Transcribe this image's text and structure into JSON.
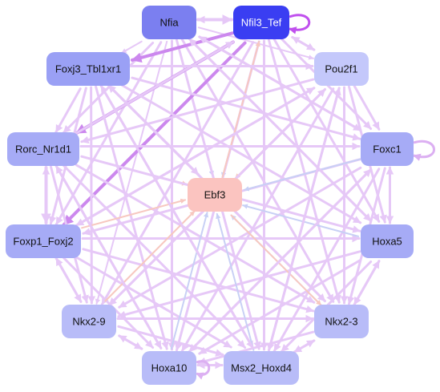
{
  "palette": {
    "edge_violet": "#e6c8f7",
    "edge_magenta": "#cc88ee",
    "edge_blue": "#c8d0f5",
    "edge_salmon": "#f7c8c0",
    "self_loop_strong": "#c050ee",
    "self_loop_light": "#dcb0f2"
  },
  "nodes": [
    {
      "id": "Nfia",
      "label": "Nfia",
      "fill": "#7b7ff0",
      "text": "#111111"
    },
    {
      "id": "Nfil3_Tef",
      "label": "Nfil3_Tef",
      "fill": "#3a3ef2",
      "text": "#ffffff"
    },
    {
      "id": "Foxj3_Tbl1xr1",
      "label": "Foxj3_Tbl1xr1",
      "fill": "#9aa0f5",
      "text": "#111111"
    },
    {
      "id": "Pou2f1",
      "label": "Pou2f1",
      "fill": "#c4c8fb",
      "text": "#111111"
    },
    {
      "id": "Rorc_Nr1d1",
      "label": "Rorc_Nr1d1",
      "fill": "#a6abf6",
      "text": "#111111"
    },
    {
      "id": "Foxc1",
      "label": "Foxc1",
      "fill": "#a6abf6",
      "text": "#111111"
    },
    {
      "id": "Ebf3",
      "label": "Ebf3",
      "fill": "#fbc4c0",
      "text": "#111111"
    },
    {
      "id": "Foxp1_Foxj2",
      "label": "Foxp1_Foxj2",
      "fill": "#a6abf6",
      "text": "#111111"
    },
    {
      "id": "Hoxa5",
      "label": "Hoxa5",
      "fill": "#a6abf6",
      "text": "#111111"
    },
    {
      "id": "Nkx2-9",
      "label": "Nkx2-9",
      "fill": "#b8bcf8",
      "text": "#111111"
    },
    {
      "id": "Nkx2-3",
      "label": "Nkx2-3",
      "fill": "#b8bcf8",
      "text": "#111111"
    },
    {
      "id": "Hoxa10",
      "label": "Hoxa10",
      "fill": "#b8bcf8",
      "text": "#111111"
    },
    {
      "id": "Msx2_Hoxd4",
      "label": "Msx2_Hoxd4",
      "fill": "#b8bcf8",
      "text": "#111111"
    }
  ],
  "edges": [
    {
      "from": "Nfia",
      "to": "Nfil3_Tef",
      "color": "edge_violet",
      "weight": 4
    },
    {
      "from": "Nfil3_Tef",
      "to": "Nfia",
      "color": "edge_violet",
      "weight": 3
    },
    {
      "from": "Nfia",
      "to": "Foxj3_Tbl1xr1",
      "color": "edge_violet",
      "weight": 2
    },
    {
      "from": "Nfia",
      "to": "Ebf3",
      "color": "edge_blue",
      "weight": 2
    },
    {
      "from": "Nfia",
      "to": "Rorc_Nr1d1",
      "color": "edge_violet",
      "weight": 3
    },
    {
      "from": "Nfia",
      "to": "Foxp1_Foxj2",
      "color": "edge_violet",
      "weight": 3
    },
    {
      "from": "Nfia",
      "to": "Nkx2-9",
      "color": "edge_violet",
      "weight": 2
    },
    {
      "from": "Nfia",
      "to": "Hoxa10",
      "color": "edge_violet",
      "weight": 3
    },
    {
      "from": "Nfia",
      "to": "Msx2_Hoxd4",
      "color": "edge_violet",
      "weight": 3
    },
    {
      "from": "Nfia",
      "to": "Nkx2-3",
      "color": "edge_violet",
      "weight": 3
    },
    {
      "from": "Nfia",
      "to": "Hoxa5",
      "color": "edge_violet",
      "weight": 3
    },
    {
      "from": "Nfia",
      "to": "Foxc1",
      "color": "edge_violet",
      "weight": 3
    },
    {
      "from": "Nfia",
      "to": "Pou2f1",
      "color": "edge_violet",
      "weight": 2
    },
    {
      "from": "Nfil3_Tef",
      "to": "Foxj3_Tbl1xr1",
      "color": "edge_magenta",
      "weight": 4
    },
    {
      "from": "Nfil3_Tef",
      "to": "Rorc_Nr1d1",
      "color": "edge_magenta",
      "weight": 4
    },
    {
      "from": "Nfil3_Tef",
      "to": "Foxp1_Foxj2",
      "color": "edge_magenta",
      "weight": 4
    },
    {
      "from": "Nfil3_Tef",
      "to": "Ebf3",
      "color": "edge_blue",
      "weight": 2
    },
    {
      "from": "Nfil3_Tef",
      "to": "Pou2f1",
      "color": "edge_violet",
      "weight": 3
    },
    {
      "from": "Nfil3_Tef",
      "to": "Foxc1",
      "color": "edge_violet",
      "weight": 3
    },
    {
      "from": "Nfil3_Tef",
      "to": "Hoxa5",
      "color": "edge_violet",
      "weight": 3
    },
    {
      "from": "Nfil3_Tef",
      "to": "Nkx2-3",
      "color": "edge_violet",
      "weight": 3
    },
    {
      "from": "Nfil3_Tef",
      "to": "Msx2_Hoxd4",
      "color": "edge_violet",
      "weight": 3
    },
    {
      "from": "Nfil3_Tef",
      "to": "Hoxa10",
      "color": "edge_violet",
      "weight": 3
    },
    {
      "from": "Nfil3_Tef",
      "to": "Nkx2-9",
      "color": "edge_violet",
      "weight": 3
    },
    {
      "from": "Ebf3",
      "to": "Nfil3_Tef",
      "color": "edge_salmon",
      "weight": 2
    },
    {
      "from": "Foxj3_Tbl1xr1",
      "to": "Pou2f1",
      "color": "edge_violet",
      "weight": 3
    },
    {
      "from": "Foxj3_Tbl1xr1",
      "to": "Rorc_Nr1d1",
      "color": "edge_violet",
      "weight": 3
    },
    {
      "from": "Foxj3_Tbl1xr1",
      "to": "Foxc1",
      "color": "edge_violet",
      "weight": 3
    },
    {
      "from": "Foxj3_Tbl1xr1",
      "to": "Ebf3",
      "color": "edge_violet",
      "weight": 3
    },
    {
      "from": "Foxj3_Tbl1xr1",
      "to": "Foxp1_Foxj2",
      "color": "edge_violet",
      "weight": 3
    },
    {
      "from": "Foxj3_Tbl1xr1",
      "to": "Hoxa5",
      "color": "edge_violet",
      "weight": 3
    },
    {
      "from": "Foxj3_Tbl1xr1",
      "to": "Nkx2-9",
      "color": "edge_violet",
      "weight": 3
    },
    {
      "from": "Foxj3_Tbl1xr1",
      "to": "Nkx2-3",
      "color": "edge_violet",
      "weight": 3
    },
    {
      "from": "Foxj3_Tbl1xr1",
      "to": "Hoxa10",
      "color": "edge_violet",
      "weight": 3
    },
    {
      "from": "Foxj3_Tbl1xr1",
      "to": "Msx2_Hoxd4",
      "color": "edge_violet",
      "weight": 3
    },
    {
      "from": "Pou2f1",
      "to": "Nfil3_Tef",
      "color": "edge_violet",
      "weight": 3
    },
    {
      "from": "Pou2f1",
      "to": "Foxc1",
      "color": "edge_violet",
      "weight": 3
    },
    {
      "from": "Pou2f1",
      "to": "Rorc_Nr1d1",
      "color": "edge_violet",
      "weight": 3
    },
    {
      "from": "Pou2f1",
      "to": "Ebf3",
      "color": "edge_salmon",
      "weight": 2
    },
    {
      "from": "Pou2f1",
      "to": "Foxp1_Foxj2",
      "color": "edge_violet",
      "weight": 3
    },
    {
      "from": "Pou2f1",
      "to": "Hoxa5",
      "color": "edge_violet",
      "weight": 3
    },
    {
      "from": "Pou2f1",
      "to": "Nkx2-3",
      "color": "edge_violet",
      "weight": 3
    },
    {
      "from": "Pou2f1",
      "to": "Nkx2-9",
      "color": "edge_violet",
      "weight": 3
    },
    {
      "from": "Pou2f1",
      "to": "Hoxa10",
      "color": "edge_violet",
      "weight": 3
    },
    {
      "from": "Pou2f1",
      "to": "Msx2_Hoxd4",
      "color": "edge_violet",
      "weight": 3
    },
    {
      "from": "Rorc_Nr1d1",
      "to": "Foxp1_Foxj2",
      "color": "edge_violet",
      "weight": 4
    },
    {
      "from": "Foxp1_Foxj2",
      "to": "Rorc_Nr1d1",
      "color": "edge_violet",
      "weight": 3
    },
    {
      "from": "Rorc_Nr1d1",
      "to": "Ebf3",
      "color": "edge_salmon",
      "weight": 2
    },
    {
      "from": "Rorc_Nr1d1",
      "to": "Foxc1",
      "color": "edge_violet",
      "weight": 3
    },
    {
      "from": "Rorc_Nr1d1",
      "to": "Hoxa5",
      "color": "edge_violet",
      "weight": 3
    },
    {
      "from": "Rorc_Nr1d1",
      "to": "Nkx2-9",
      "color": "edge_violet",
      "weight": 3
    },
    {
      "from": "Rorc_Nr1d1",
      "to": "Nkx2-3",
      "color": "edge_violet",
      "weight": 3
    },
    {
      "from": "Rorc_Nr1d1",
      "to": "Hoxa10",
      "color": "edge_violet",
      "weight": 3
    },
    {
      "from": "Rorc_Nr1d1",
      "to": "Msx2_Hoxd4",
      "color": "edge_violet",
      "weight": 3
    },
    {
      "from": "Rorc_Nr1d1",
      "to": "Nfil3_Tef",
      "color": "edge_violet",
      "weight": 3
    },
    {
      "from": "Foxc1",
      "to": "Foxp1_Foxj2",
      "color": "edge_violet",
      "weight": 3
    },
    {
      "from": "Foxc1",
      "to": "Ebf3",
      "color": "edge_blue",
      "weight": 2
    },
    {
      "from": "Foxc1",
      "to": "Hoxa5",
      "color": "edge_violet",
      "weight": 3
    },
    {
      "from": "Foxc1",
      "to": "Nkx2-9",
      "color": "edge_violet",
      "weight": 3
    },
    {
      "from": "Foxc1",
      "to": "Nkx2-3",
      "color": "edge_violet",
      "weight": 3
    },
    {
      "from": "Foxc1",
      "to": "Hoxa10",
      "color": "edge_violet",
      "weight": 3
    },
    {
      "from": "Foxc1",
      "to": "Msx2_Hoxd4",
      "color": "edge_violet",
      "weight": 3
    },
    {
      "from": "Foxc1",
      "to": "Nfia",
      "color": "edge_violet",
      "weight": 3
    },
    {
      "from": "Foxp1_Foxj2",
      "to": "Ebf3",
      "color": "edge_salmon",
      "weight": 2
    },
    {
      "from": "Foxp1_Foxj2",
      "to": "Hoxa5",
      "color": "edge_violet",
      "weight": 3
    },
    {
      "from": "Foxp1_Foxj2",
      "to": "Nkx2-9",
      "color": "edge_violet",
      "weight": 3
    },
    {
      "from": "Foxp1_Foxj2",
      "to": "Nkx2-3",
      "color": "edge_violet",
      "weight": 3
    },
    {
      "from": "Foxp1_Foxj2",
      "to": "Hoxa10",
      "color": "edge_violet",
      "weight": 3
    },
    {
      "from": "Foxp1_Foxj2",
      "to": "Msx2_Hoxd4",
      "color": "edge_violet",
      "weight": 3
    },
    {
      "from": "Foxp1_Foxj2",
      "to": "Pou2f1",
      "color": "edge_violet",
      "weight": 3
    },
    {
      "from": "Hoxa5",
      "to": "Ebf3",
      "color": "edge_blue",
      "weight": 2
    },
    {
      "from": "Hoxa5",
      "to": "Nkx2-9",
      "color": "edge_violet",
      "weight": 3
    },
    {
      "from": "Hoxa5",
      "to": "Nkx2-3",
      "color": "edge_violet",
      "weight": 3
    },
    {
      "from": "Hoxa5",
      "to": "Hoxa10",
      "color": "edge_violet",
      "weight": 3
    },
    {
      "from": "Hoxa5",
      "to": "Msx2_Hoxd4",
      "color": "edge_violet",
      "weight": 3
    },
    {
      "from": "Hoxa5",
      "to": "Foxc1",
      "color": "edge_violet",
      "weight": 3
    },
    {
      "from": "Hoxa5",
      "to": "Nfia",
      "color": "edge_violet",
      "weight": 3
    },
    {
      "from": "Nkx2-9",
      "to": "Ebf3",
      "color": "edge_salmon",
      "weight": 2
    },
    {
      "from": "Nkx2-9",
      "to": "Hoxa10",
      "color": "edge_violet",
      "weight": 3
    },
    {
      "from": "Nkx2-9",
      "to": "Msx2_Hoxd4",
      "color": "edge_violet",
      "weight": 3
    },
    {
      "from": "Nkx2-9",
      "to": "Nkx2-3",
      "color": "edge_violet",
      "weight": 3
    },
    {
      "from": "Nkx2-9",
      "to": "Foxp1_Foxj2",
      "color": "edge_violet",
      "weight": 3
    },
    {
      "from": "Nkx2-9",
      "to": "Pou2f1",
      "color": "edge_violet",
      "weight": 3
    },
    {
      "from": "Nkx2-3",
      "to": "Ebf3",
      "color": "edge_blue",
      "weight": 2
    },
    {
      "from": "Ebf3",
      "to": "Nkx2-3",
      "color": "edge_salmon",
      "weight": 2
    },
    {
      "from": "Nkx2-3",
      "to": "Hoxa10",
      "color": "edge_violet",
      "weight": 3
    },
    {
      "from": "Nkx2-3",
      "to": "Msx2_Hoxd4",
      "color": "edge_violet",
      "weight": 3
    },
    {
      "from": "Nkx2-3",
      "to": "Hoxa5",
      "color": "edge_violet",
      "weight": 3
    },
    {
      "from": "Nkx2-3",
      "to": "Foxj3_Tbl1xr1",
      "color": "edge_violet",
      "weight": 3
    },
    {
      "from": "Hoxa10",
      "to": "Msx2_Hoxd4",
      "color": "edge_violet",
      "weight": 3
    },
    {
      "from": "Msx2_Hoxd4",
      "to": "Hoxa10",
      "color": "edge_violet",
      "weight": 3
    },
    {
      "from": "Hoxa10",
      "to": "Ebf3",
      "color": "edge_blue",
      "weight": 2
    },
    {
      "from": "Hoxa10",
      "to": "Nkx2-9",
      "color": "edge_violet",
      "weight": 3
    },
    {
      "from": "Hoxa10",
      "to": "Rorc_Nr1d1",
      "color": "edge_violet",
      "weight": 3
    },
    {
      "from": "Hoxa10",
      "to": "Foxc1",
      "color": "edge_violet",
      "weight": 3
    },
    {
      "from": "Msx2_Hoxd4",
      "to": "Ebf3",
      "color": "edge_blue",
      "weight": 2
    },
    {
      "from": "Msx2_Hoxd4",
      "to": "Nkx2-3",
      "color": "edge_violet",
      "weight": 3
    },
    {
      "from": "Msx2_Hoxd4",
      "to": "Foxj3_Tbl1xr1",
      "color": "edge_violet",
      "weight": 3
    },
    {
      "from": "Msx2_Hoxd4",
      "to": "Pou2f1",
      "color": "edge_violet",
      "weight": 3
    }
  ],
  "self_loops": [
    {
      "node": "Nfil3_Tef",
      "color": "self_loop_strong"
    },
    {
      "node": "Foxc1",
      "color": "self_loop_light"
    },
    {
      "node": "Hoxa10",
      "color": "self_loop_light"
    }
  ]
}
